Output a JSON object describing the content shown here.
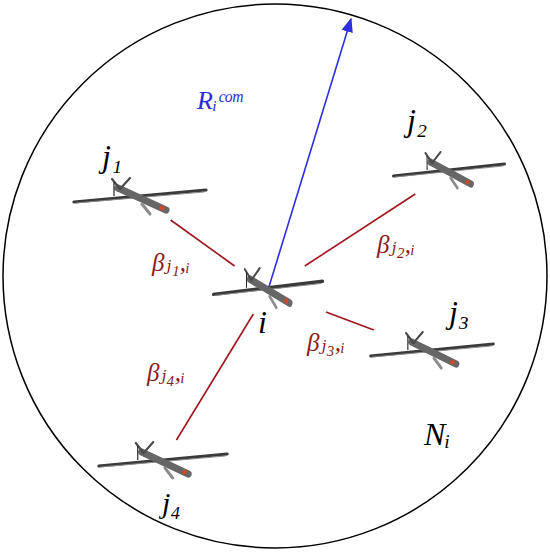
{
  "diagram": {
    "nodes": [
      {
        "text": [
          "Nᵢ"
        ]
      },
      {
        "text": [
          "j₁"
        ],
        "in": 0
      },
      {
        "text": [
          "j₂"
        ],
        "in": 0
      },
      {
        "text": [
          "i"
        ],
        "in": 0
      },
      {
        "text": [
          "j₃"
        ],
        "in": 0
      },
      {
        "text": [
          "j₄"
        ],
        "in": 0
      }
    ],
    "edges": [
      {
        "from": 1,
        "to": 3,
        "arrow": "none",
        "label": "βⱼ₁,ᵢ"
      },
      {
        "from": 2,
        "to": 3,
        "arrow": "none",
        "label": "βⱼ₂,ᵢ"
      },
      {
        "from": 4,
        "to": 3,
        "arrow": "none",
        "label": "βⱼ₃,ᵢ"
      },
      {
        "from": 5,
        "to": 3,
        "arrow": "none",
        "label": "βⱼ₄,ᵢ"
      }
    ],
    "labels": [
      "Rᵢᶜᵒᵐ"
    ]
  }
}
